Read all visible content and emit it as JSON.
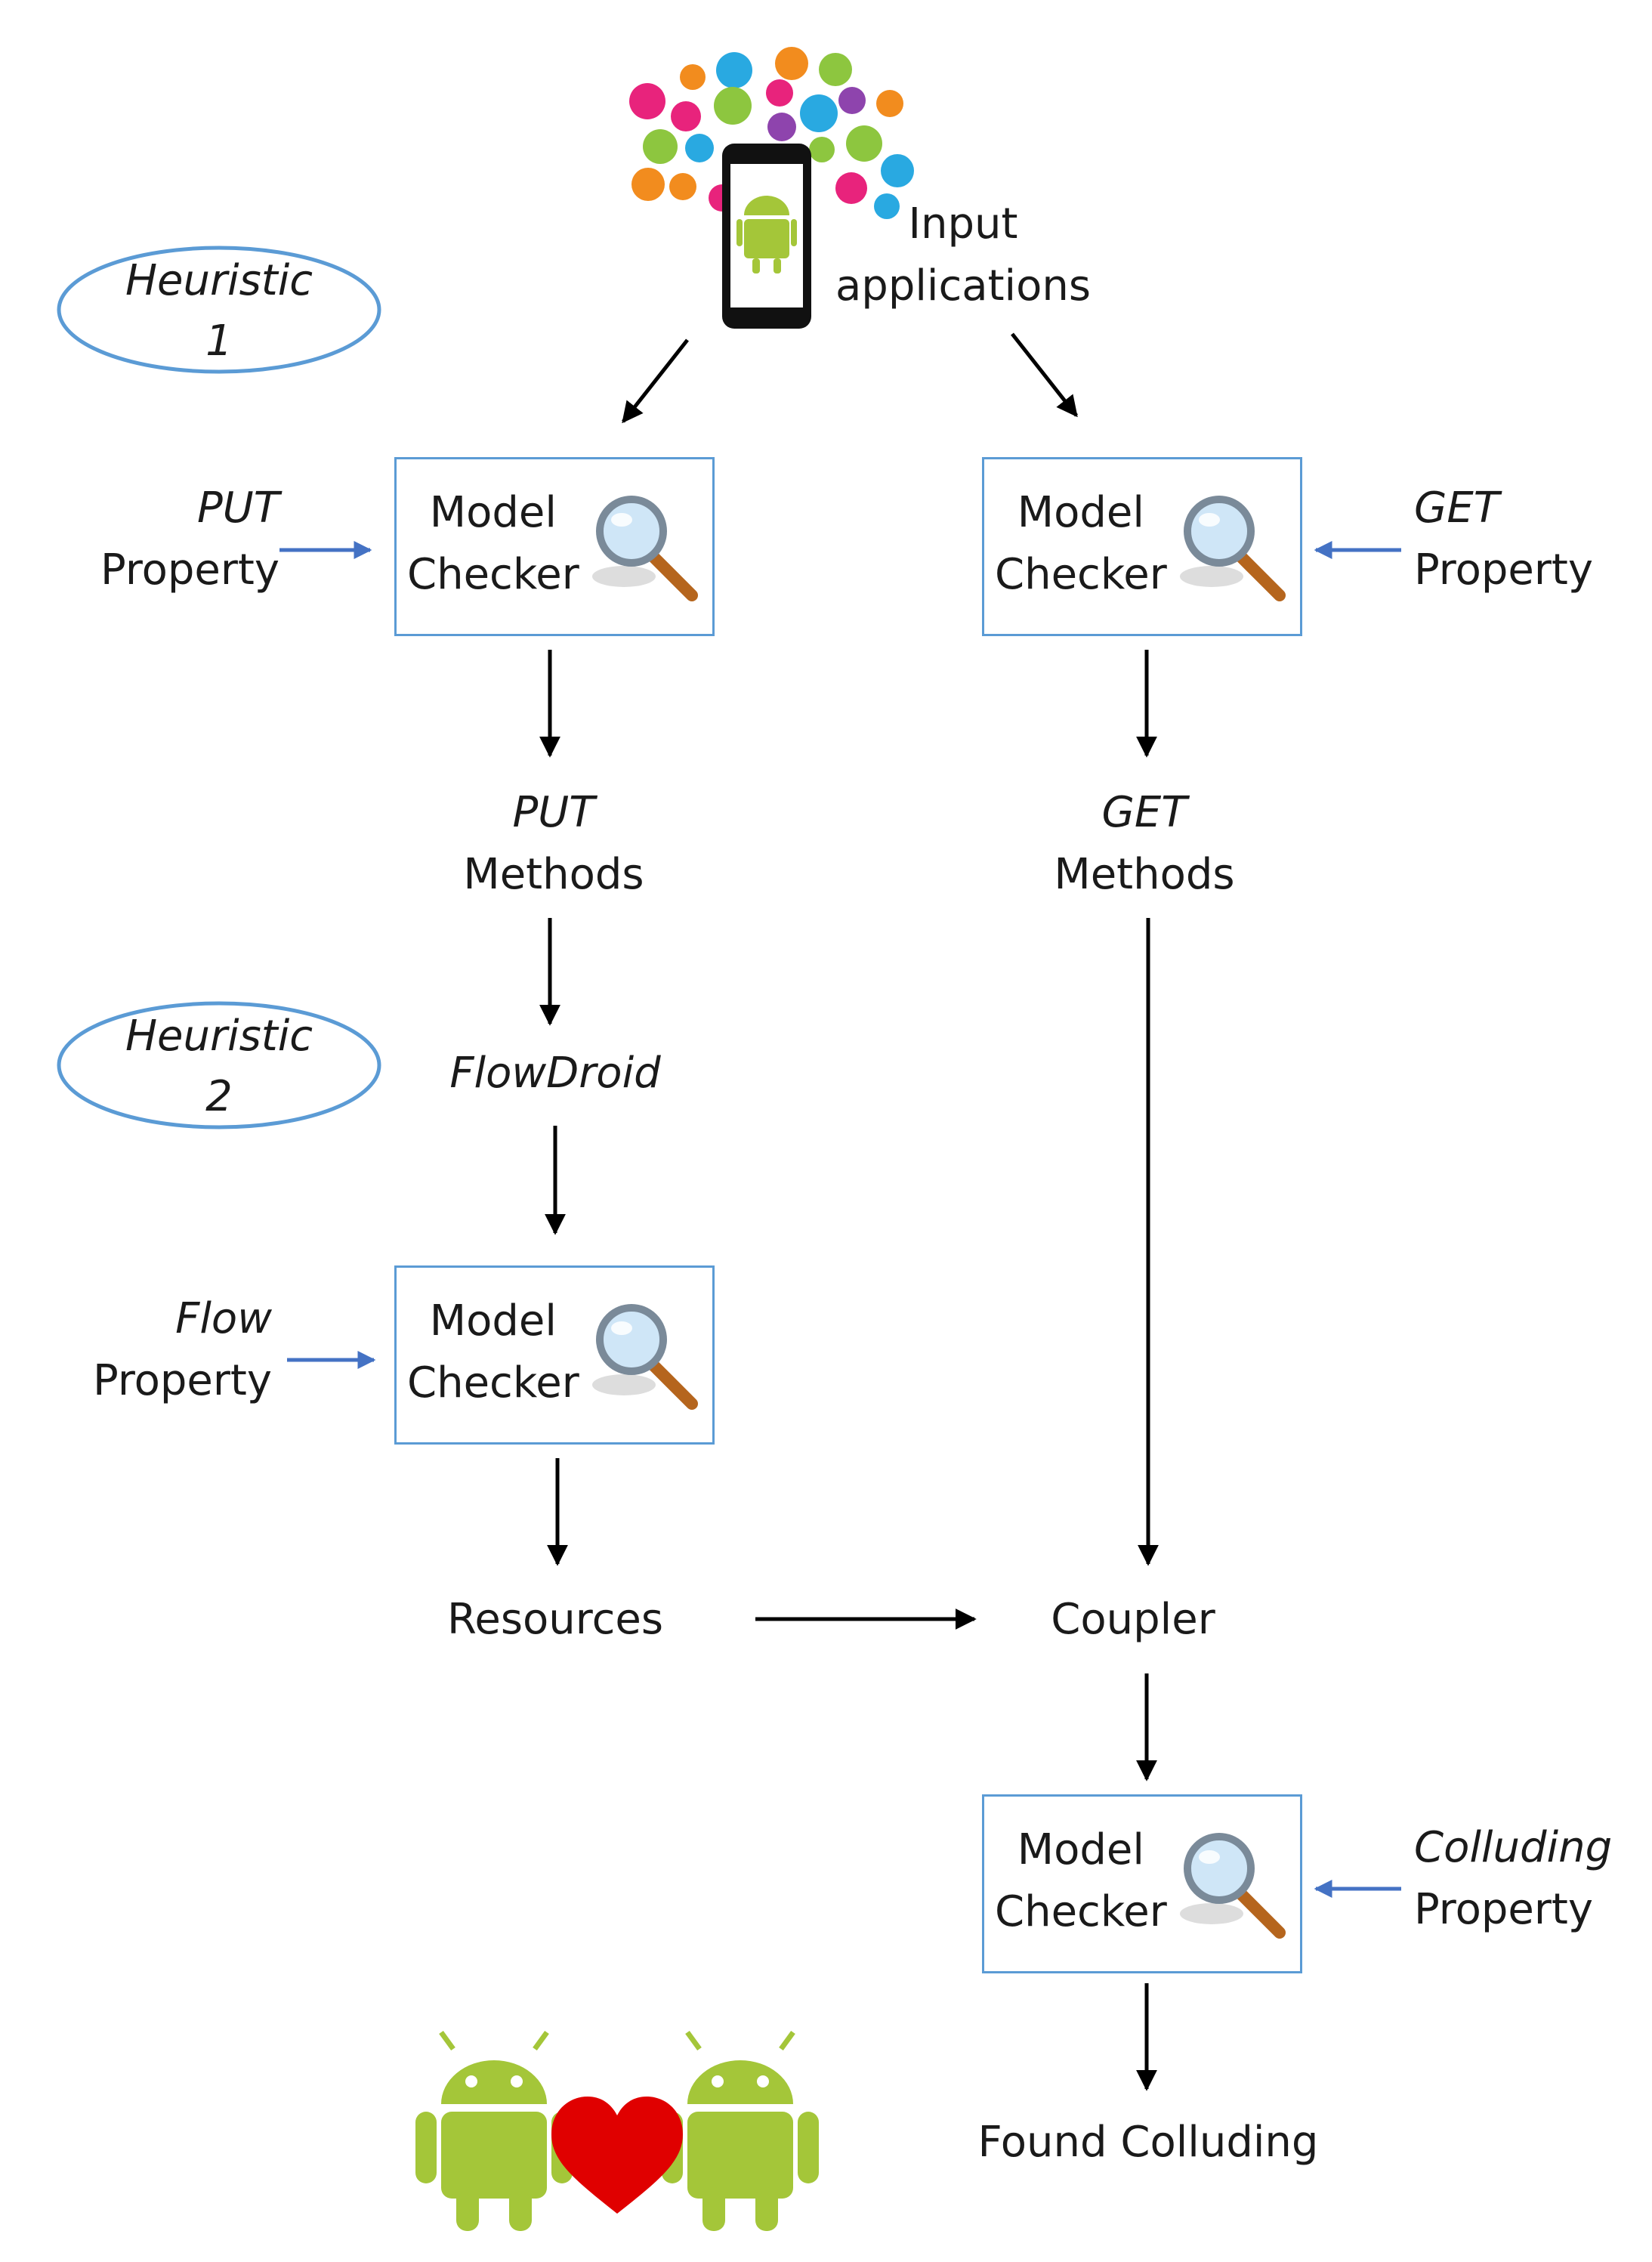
{
  "input": {
    "line1": "Input",
    "line2": "applications",
    "icon": "android-phone-with-app-icons"
  },
  "heuristics": [
    {
      "line1": "Heuristic",
      "line2": "1"
    },
    {
      "line1": "Heuristic",
      "line2": "2"
    }
  ],
  "model_checker": {
    "line1": "Model",
    "line2": "Checker",
    "icon": "magnifier-icon"
  },
  "properties": {
    "put": {
      "kind": "PUT",
      "label": "Property"
    },
    "get": {
      "kind": "GET",
      "label": "Property"
    },
    "flow": {
      "kind": "Flow",
      "label": "Property"
    },
    "colluding": {
      "kind": "Colluding",
      "label": "Property"
    }
  },
  "methods": {
    "put": {
      "kind": "PUT",
      "label": "Methods"
    },
    "get": {
      "kind": "GET",
      "label": "Methods"
    }
  },
  "flowdroid": "FlowDroid",
  "resources": "Resources",
  "coupler": "Coupler",
  "result": "Found Colluding",
  "colors": {
    "box_border": "#5b9bd5",
    "property_arrow": "#4472c4",
    "android_green": "#a4c639",
    "heart_red": "#e00000"
  }
}
